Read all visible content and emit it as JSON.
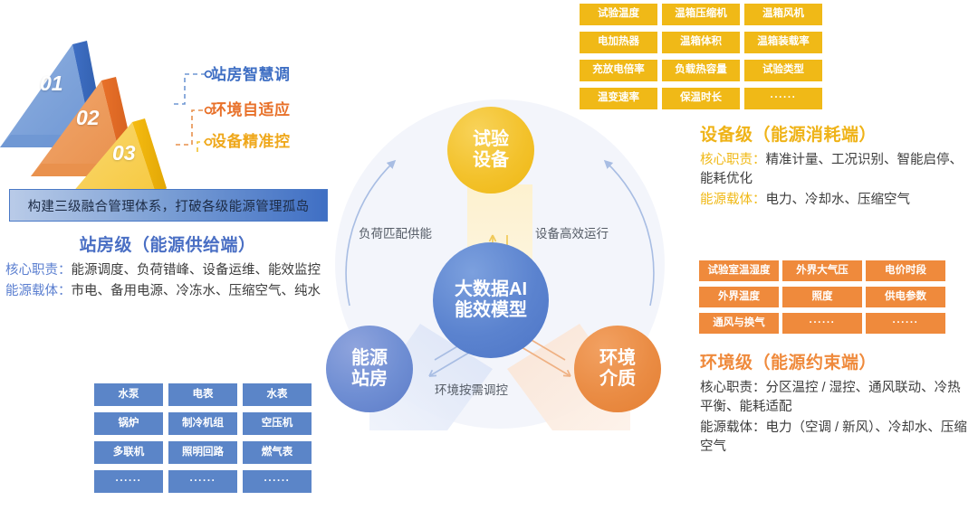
{
  "pyramid": {
    "tiers": [
      {
        "num": "01",
        "label": "站房智慧调",
        "color": "#3f6fc4"
      },
      {
        "num": "02",
        "label": "环境自适应",
        "color": "#e8712a"
      },
      {
        "num": "03",
        "label": "设备精准控",
        "color": "#efa81c"
      }
    ]
  },
  "banner": {
    "text": "构建三级融合管理体系，打破各级能源管理孤岛"
  },
  "blocks": {
    "station": {
      "title": "站房级（能源供给端）",
      "duty_label": "核心职责：",
      "duty_text": "能源调度、负荷错峰、设备运维、能效监控",
      "carrier_label": "能源载体：",
      "carrier_text": "市电、备用电源、冷冻水、压缩空气、纯水"
    },
    "device": {
      "title": "设备级（能源消耗端）",
      "duty_label": "核心职责：",
      "duty_text": "精准计量、工况识别、智能启停、能耗优化",
      "carrier_label": "能源载体：",
      "carrier_text": "电力、冷却水、压缩空气"
    },
    "environment": {
      "title": "环境级（能源约束端）",
      "duty_label": "核心职责：",
      "duty_text": "分区温控 / 湿控、通风联动、冷热平衡、能耗适配",
      "carrier_label": "能源载体：",
      "carrier_text": "电力（空调 / 新风）、冷却水、压缩空气"
    }
  },
  "tags": {
    "blue": [
      "水泵",
      "电表",
      "水表",
      "锅炉",
      "制冷机组",
      "空压机",
      "多联机",
      "照明回路",
      "燃气表",
      "······",
      "······",
      "······"
    ],
    "yellow": [
      "试验温度",
      "温箱压缩机",
      "温箱风机",
      "电加热器",
      "温箱体积",
      "温箱装载率",
      "充放电倍率",
      "负载热容量",
      "试验类型",
      "温变速率",
      "保温时长",
      "······"
    ],
    "orange": [
      "试验室温湿度",
      "外界大气压",
      "电价时段",
      "外界温度",
      "照度",
      "供电参数",
      "通风与换气",
      "······",
      "······"
    ]
  },
  "center": {
    "nodes": {
      "top": "试验\n设备",
      "core": "大数据AI\n能效模型",
      "left": "能源\n站房",
      "right": "环境\n介质"
    },
    "ring_labels": {
      "left": "负荷匹配供能",
      "right": "设备高效运行",
      "bottom": "环境按需调控"
    }
  },
  "colors": {
    "blue": "#5b85c8",
    "yellow": "#f0b917",
    "orange": "#ef8a3c",
    "deep_blue": "#3f6fc4"
  }
}
